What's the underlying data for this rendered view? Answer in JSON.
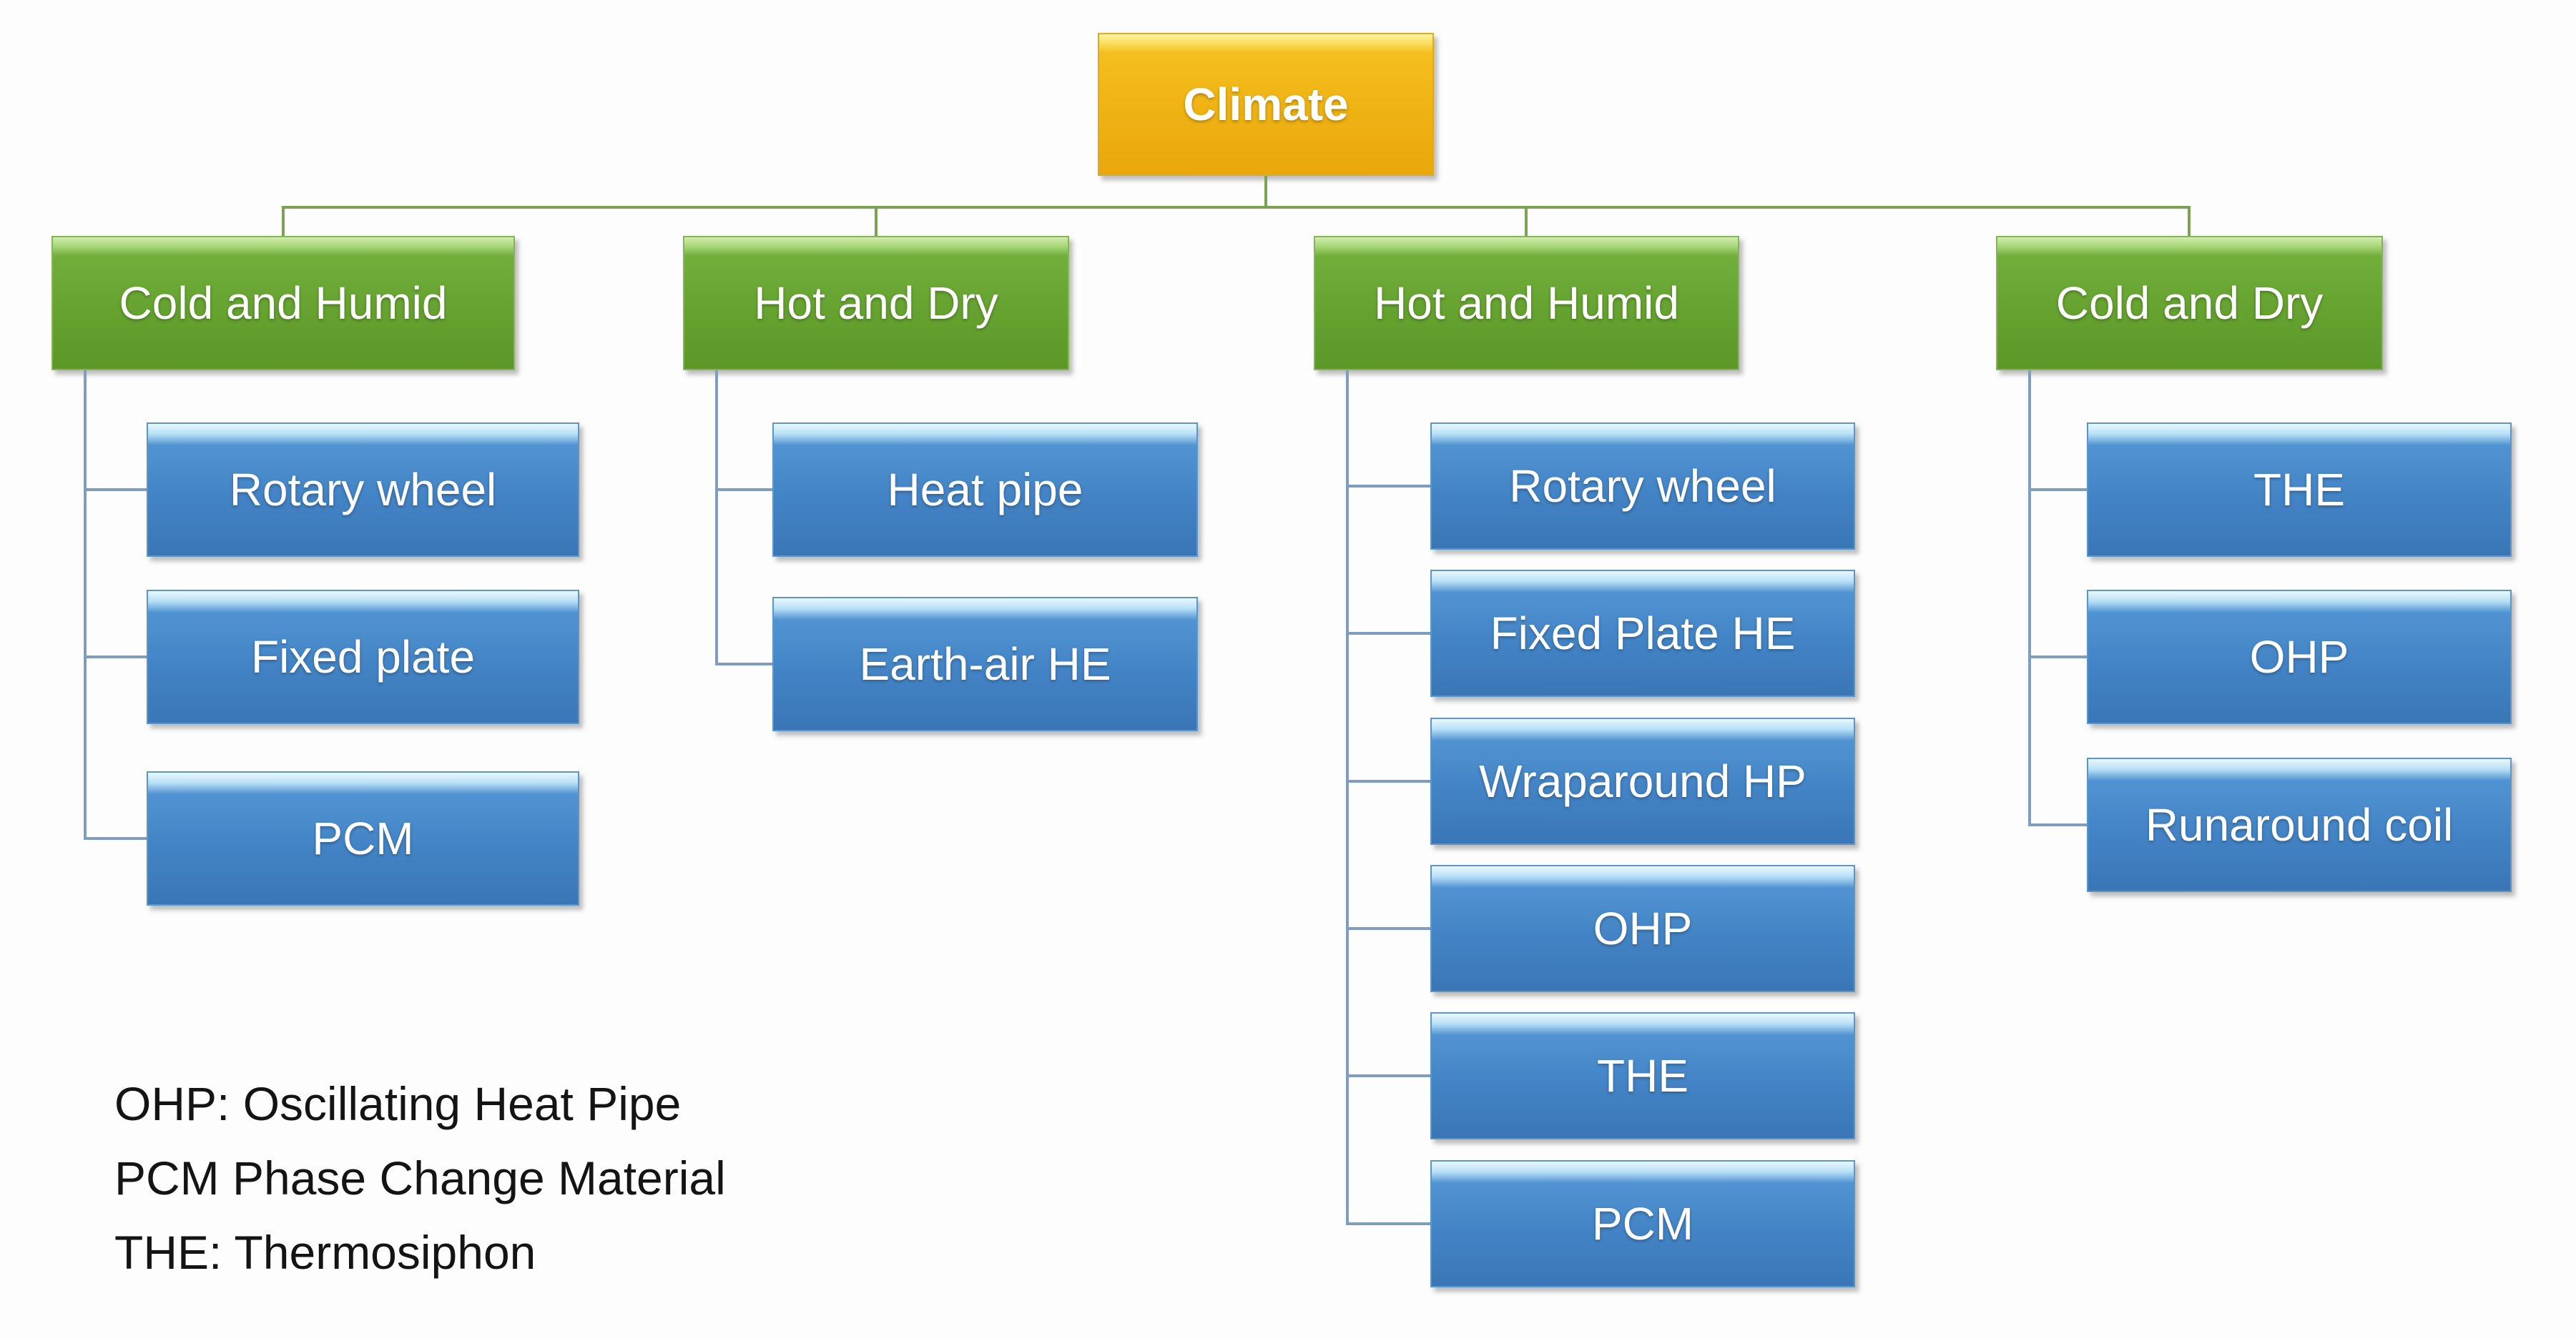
{
  "diagram_title": "Climate",
  "root": {
    "label": "Climate"
  },
  "columns": [
    {
      "label": "Cold and Humid",
      "children": [
        "Rotary wheel",
        "Fixed plate",
        "PCM"
      ]
    },
    {
      "label": "Hot and Dry",
      "children": [
        "Heat pipe",
        "Earth-air HE"
      ]
    },
    {
      "label": "Hot and Humid",
      "children": [
        "Rotary wheel",
        "Fixed Plate HE",
        "Wraparound HP",
        "OHP",
        "THE",
        "PCM"
      ]
    },
    {
      "label": "Cold and Dry",
      "children": [
        "THE",
        "OHP",
        "Runaround coil"
      ]
    }
  ],
  "legend": {
    "lines": [
      "OHP: Oscillating Heat Pipe",
      "PCM Phase Change Material",
      "THE: Thermosiphon"
    ]
  },
  "colors": {
    "root_fill": "#efb213",
    "branch_fill": "#67a431",
    "leaf_fill": "#4384c6",
    "branch_connector": "#7ca253",
    "leaf_connector": "#7f9dbf",
    "text": "#ffffff",
    "legend_text": "#141414"
  }
}
